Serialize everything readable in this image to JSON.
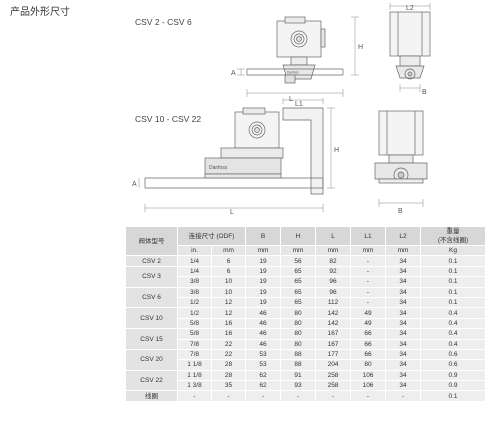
{
  "page": {
    "title": "产品外形尺寸"
  },
  "drawings": {
    "top_label": "CSV 2 - CSV 6",
    "bottom_label": "CSV 10 - CSV 22",
    "dims": {
      "L": "L",
      "L1": "L1",
      "L2": "L2",
      "H": "H",
      "A": "A",
      "B": "B"
    },
    "brand": "Danfoss"
  },
  "table": {
    "header": {
      "model": "阀体型号",
      "connection": "连接尺寸 (ODF)",
      "B": "B",
      "H": "H",
      "L": "L",
      "L1": "L1",
      "L2": "L2",
      "weight_line1": "重量",
      "weight_line2": "(不含线圈)"
    },
    "units": {
      "in": "in.",
      "mm": "mm",
      "B": "mm",
      "H": "mm",
      "L": "mm",
      "L1": "mm",
      "L2": "mm",
      "weight": "Kg"
    },
    "groups": [
      {
        "model": "CSV 2",
        "rows": [
          {
            "in": "1/4",
            "mm": "6",
            "B": "19",
            "H": "56",
            "L": "82",
            "L1": "-",
            "L2": "34",
            "kg": "0.1"
          }
        ]
      },
      {
        "model": "CSV 3",
        "rows": [
          {
            "in": "1/4",
            "mm": "6",
            "B": "19",
            "H": "65",
            "L": "92",
            "L1": "-",
            "L2": "34",
            "kg": "0.1"
          },
          {
            "in": "3/8",
            "mm": "10",
            "B": "19",
            "H": "65",
            "L": "96",
            "L1": "-",
            "L2": "34",
            "kg": "0.1"
          }
        ]
      },
      {
        "model": "CSV 6",
        "rows": [
          {
            "in": "3/8",
            "mm": "10",
            "B": "19",
            "H": "65",
            "L": "96",
            "L1": "-",
            "L2": "34",
            "kg": "0.1"
          },
          {
            "in": "1/2",
            "mm": "12",
            "B": "19",
            "H": "65",
            "L": "112",
            "L1": "-",
            "L2": "34",
            "kg": "0.1"
          }
        ]
      },
      {
        "model": "CSV 10",
        "rows": [
          {
            "in": "1/2",
            "mm": "12",
            "B": "46",
            "H": "80",
            "L": "142",
            "L1": "49",
            "L2": "34",
            "kg": "0.4"
          },
          {
            "in": "5/8",
            "mm": "16",
            "B": "46",
            "H": "80",
            "L": "142",
            "L1": "49",
            "L2": "34",
            "kg": "0.4"
          }
        ]
      },
      {
        "model": "CSV 15",
        "rows": [
          {
            "in": "5/8",
            "mm": "16",
            "B": "46",
            "H": "80",
            "L": "167",
            "L1": "66",
            "L2": "34",
            "kg": "0.4"
          },
          {
            "in": "7/8",
            "mm": "22",
            "B": "46",
            "H": "80",
            "L": "167",
            "L1": "66",
            "L2": "34",
            "kg": "0.4"
          }
        ]
      },
      {
        "model": "CSV 20",
        "rows": [
          {
            "in": "7/8",
            "mm": "22",
            "B": "53",
            "H": "88",
            "L": "177",
            "L1": "66",
            "L2": "34",
            "kg": "0.6"
          },
          {
            "in": "1 1/8",
            "mm": "28",
            "B": "53",
            "H": "88",
            "L": "204",
            "L1": "80",
            "L2": "34",
            "kg": "0.6"
          }
        ]
      },
      {
        "model": "CSV 22",
        "rows": [
          {
            "in": "1 1/8",
            "mm": "28",
            "B": "62",
            "H": "91",
            "L": "258",
            "L1": "106",
            "L2": "34",
            "kg": "0.9"
          },
          {
            "in": "1 3/8",
            "mm": "35",
            "B": "62",
            "H": "93",
            "L": "258",
            "L1": "106",
            "L2": "34",
            "kg": "0.9"
          }
        ]
      },
      {
        "model": "线圈",
        "rows": [
          {
            "in": "-",
            "mm": "-",
            "B": "-",
            "H": "-",
            "L": "-",
            "L1": "-",
            "L2": "-",
            "kg": "0.1"
          }
        ]
      }
    ]
  }
}
